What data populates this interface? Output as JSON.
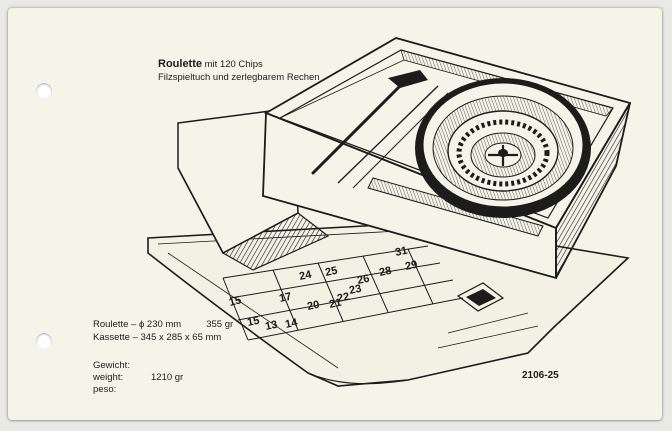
{
  "product": {
    "name": "Roulette",
    "name_suffix": "mit 120 Chips",
    "subtitle": "Filzspieltuch und zerlegbarem Rechen"
  },
  "specs": {
    "roulette_label": "Roulette – ϕ 230 mm",
    "roulette_weight": "355 gr",
    "kassette_label": "Kassette – 345 x 285 x 65 mm"
  },
  "weight": {
    "label_de": "Gewicht:",
    "label_en": "weight:",
    "label_fr": "peso:",
    "value": "1210 gr"
  },
  "article_number": "2106-25",
  "layout_numbers": {
    "row1": [
      "31",
      "28",
      "29",
      "26"
    ],
    "row2": [
      "24",
      "25",
      "22",
      "23"
    ],
    "row3": [
      "15",
      "17",
      "20",
      "21"
    ],
    "row4": [
      "13",
      "14",
      "15"
    ]
  },
  "colors": {
    "paper": "#f5f4e9",
    "ink": "#1c1c1a",
    "background": "#e9e9e6"
  }
}
